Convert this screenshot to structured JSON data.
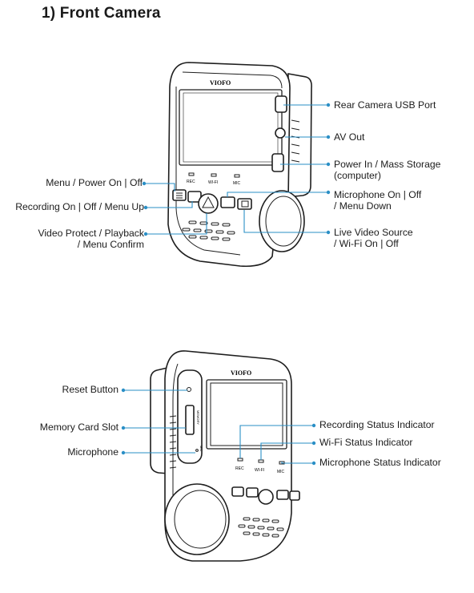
{
  "title": "1) Front Camera",
  "brand": "VIOFO",
  "indicators": {
    "rec": "REC",
    "wifi": "WI-FI",
    "mic": "MIC"
  },
  "side": {
    "mic_label": "MIC",
    "memory_label": "MEMORY"
  },
  "front_labels": {
    "menu_power": "Menu / Power On | Off",
    "recording": "Recording On | Off / Menu Up",
    "protect_line1": "Video Protect / Playback",
    "protect_line2": "/ Menu Confirm",
    "rear_usb": "Rear Camera USB Port",
    "av_out": "AV Out",
    "power_line1": "Power In / Mass Storage",
    "power_line2": "(computer)",
    "mic_line1": "Microphone On | Off",
    "mic_line2": "/ Menu Down",
    "live_line1": "Live Video Source",
    "live_line2": "/ Wi-Fi On | Off"
  },
  "side_labels": {
    "reset": "Reset Button",
    "memory": "Memory Card Slot",
    "microphone": "Microphone",
    "rec_status": "Recording Status Indicator",
    "wifi_status": "Wi-Fi Status Indicator",
    "mic_status": "Microphone Status Indicator"
  },
  "colors": {
    "leader": "#2a8fc6",
    "outline": "#1e1e1e"
  }
}
